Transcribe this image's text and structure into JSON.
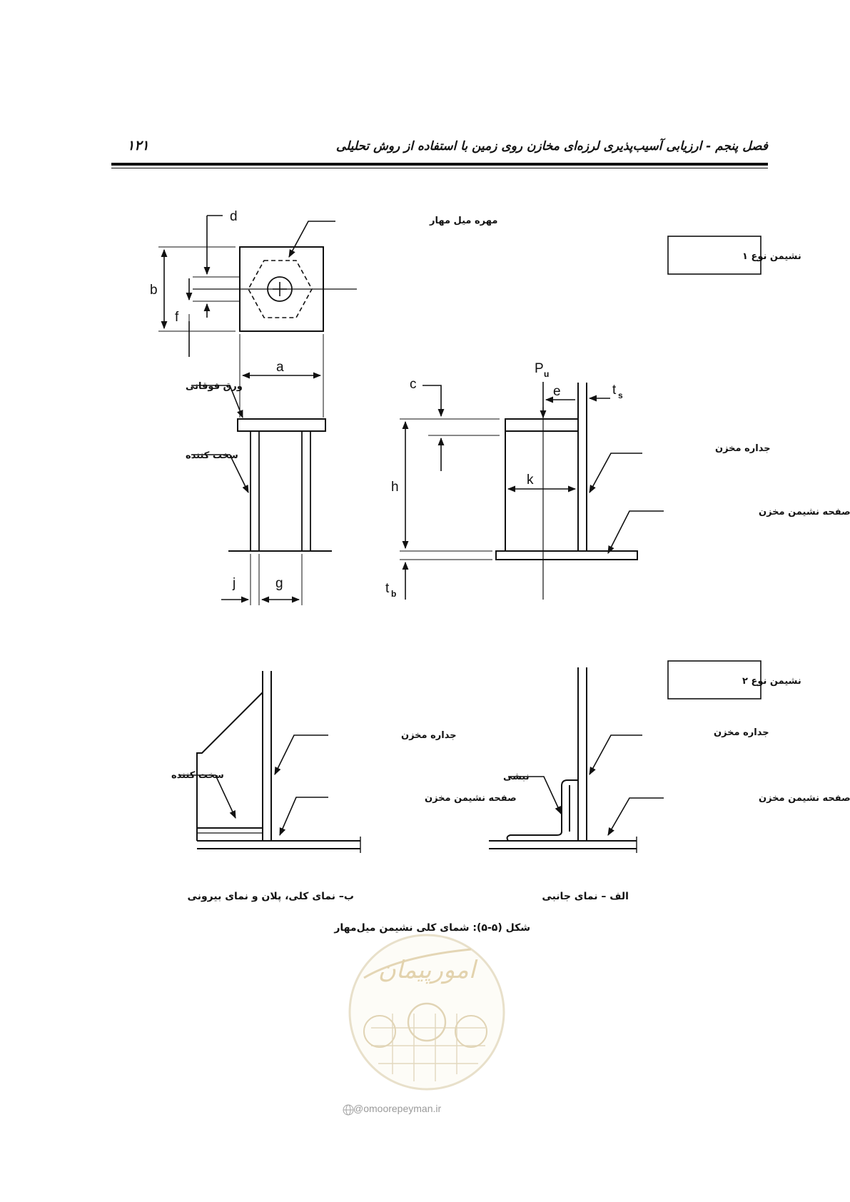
{
  "header": {
    "title": "فصل پنجم - ارزیابی آسیب‌پذیری لرزه‌ای مخازن روی زمین با استفاده از روش تحلیلی",
    "page_number": "۱۲۱"
  },
  "figure": {
    "type1_label": "نشیمن نوع ۱",
    "type2_label": "نشیمن نوع ۲",
    "labels": {
      "anchor_nut": "مهره میل مهار",
      "top_plate": "ورق فوقانی",
      "stiffener": "سخت کننده",
      "tank_wall": "جداره مخزن",
      "tank_seat_plate": "صفحه نشیمن مخزن",
      "angle": "نبشی"
    },
    "symbols": {
      "d": "d",
      "b": "b",
      "f": "f",
      "a": "a",
      "c": "c",
      "h": "h",
      "k": "k",
      "e": "e",
      "j": "j",
      "g": "g",
      "P": "P",
      "P_sub": "u",
      "t_s": "t",
      "t_s_sub": "s",
      "t_b": "t",
      "t_b_sub": "b"
    },
    "subcaption_a": "الف – نمای جانبی",
    "subcaption_b": "ب– نمای کلی، پلان و نمای بیرونی",
    "caption": "شکل (۵-۵): شمای کلی نشیمن میل‌مهار"
  },
  "watermark": {
    "logo_text": "امورپیمان",
    "url": "@omoorepeyman.ir"
  }
}
